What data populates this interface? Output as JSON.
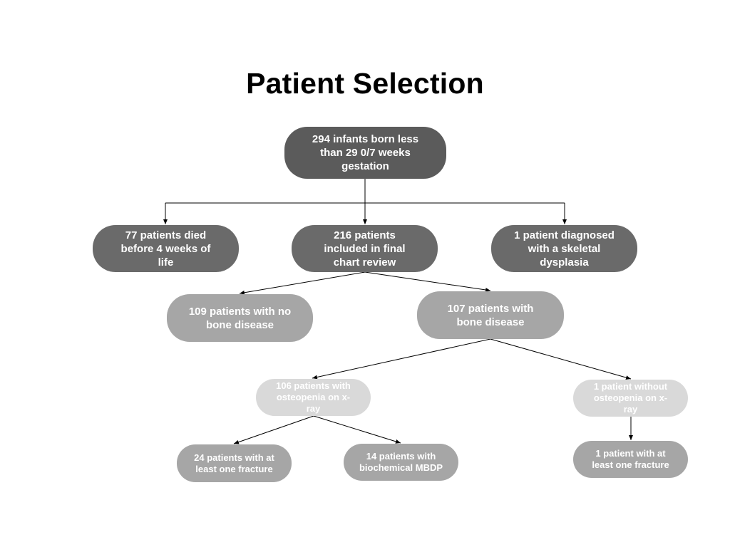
{
  "title": "Patient Selection",
  "nodes": {
    "root": "294 infants born less\nthan 29 0/7 weeks\ngestation",
    "died": "77 patients died\nbefore 4 weeks of\nlife",
    "included": "216 patients\nincluded in final\nchart review",
    "skeletal": "1 patient diagnosed\nwith a skeletal\ndysplasia",
    "no_bone": "109 patients with no\nbone disease",
    "bone": "107 patients with\nbone disease",
    "osteopenia": "106 patients with\nosteopenia on x-\nray",
    "no_osteopenia": "1 patient without\nosteopenia on x-\nray",
    "fracture_24": "24 patients with at\nleast one fracture",
    "mbdp_14": "14 patients with\nbiochemical MBDP",
    "fracture_1": "1 patient with at\nleast one fracture"
  },
  "colors": {
    "level0": "#5b5b5b",
    "level1": "#6a6a6a",
    "level2": "#a6a6a6",
    "level3": "#d9d9d9",
    "edge": "#000000"
  }
}
